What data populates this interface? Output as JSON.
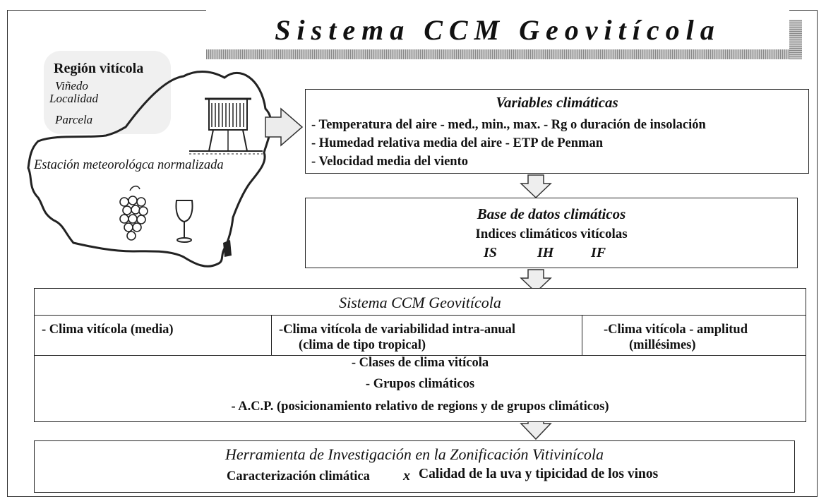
{
  "title": "Sistema CCM Geovitícola",
  "map": {
    "region_label": "Región vitícola",
    "sub1": "Viñedo",
    "sub2": "Localidad",
    "sub3": "Parcela",
    "station_label": "Estación meteorológca normalizada"
  },
  "variables": {
    "heading": "Variables climáticas",
    "items": [
      "- Temperatura del aire - med., min., max. - Rg o duración de insolación",
      "- Humedad relativa media del aire   - ETP  de Penman",
      "- Velocidad media del viento"
    ]
  },
  "database": {
    "heading": "Base de datos climáticos",
    "subheading": "Indices climáticos vitícolas",
    "indices": [
      "IS",
      "IH",
      "IF"
    ]
  },
  "ccm": {
    "heading": "Sistema CCM Geovitícola",
    "col1": "- Clima vitícola (media)",
    "col2_line1": "-Clima  vitícola de variabilidad intra-anual",
    "col2_line2": "(clima de tipo tropical)",
    "col3_line1": "-Clima  vitícola - amplitud",
    "col3_line2": "(millésimes)",
    "list": [
      "- Clases de clima  vitícola",
      "- Grupos climáticos",
      "- A.C.P. (posicionamiento relativo de regions y de grupos climáticos)"
    ]
  },
  "tool": {
    "heading": "Herramienta de Investigación en la Zonificación Vitivinícola",
    "left": "Caracterización climática",
    "x": "x",
    "right": "Calidad de la uva y tipicidad de los  vinos"
  }
}
